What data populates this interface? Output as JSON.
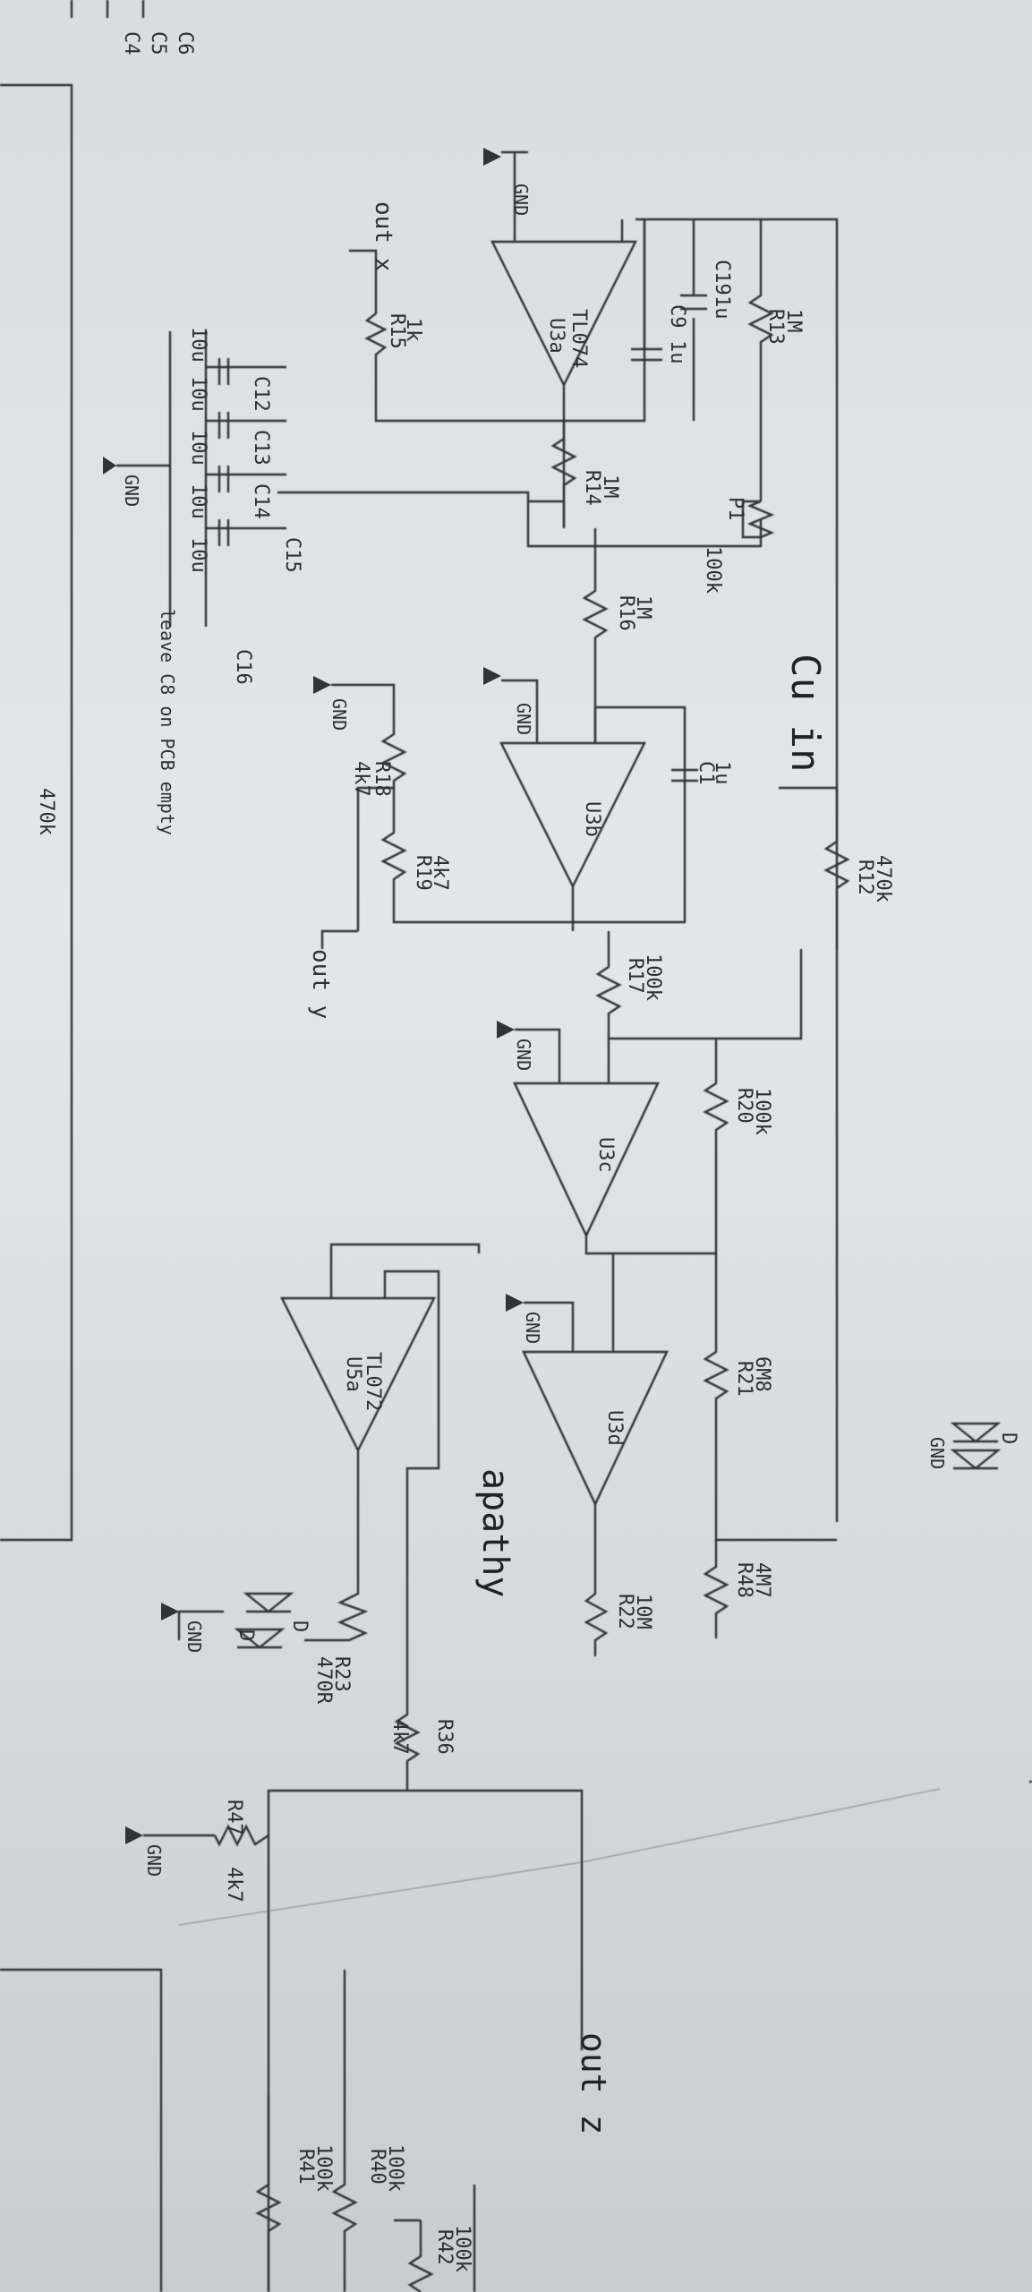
{
  "schematic": {
    "section_title": "apathy",
    "cv_input": "Cu in",
    "note": "leave C8 on PCB empty",
    "bottom_value": "470k",
    "outputs": {
      "x": "out x",
      "y": "out y",
      "z": "out z"
    },
    "gnd": "GND",
    "opamps": {
      "u3a": "U3a",
      "u3a_part": "TL074",
      "u3b": "U3b",
      "u3c": "U3c",
      "u3d": "U3d",
      "u5a": "U5a",
      "u5a_part": "TL072"
    },
    "resistors": {
      "r13_value": "1M",
      "r13_ref": "R13",
      "r15_value": "1k",
      "r15_ref": "R15",
      "r14_value": "1M",
      "r14_ref": "R14",
      "r16_value": "1M",
      "r16_ref": "R16",
      "r18_ref": "R18",
      "r18_value": "4k7",
      "r19_value": "4k7",
      "r19_ref": "R19",
      "r12_value": "470k",
      "r12_ref": "R12",
      "r17_value": "100k",
      "r17_ref": "R17",
      "r20_value": "100k",
      "r20_ref": "R20",
      "r21_value": "6M8",
      "r21_ref": "R21",
      "r48_value": "4M7",
      "r48_ref": "R48",
      "r22_value": "10M",
      "r22_ref": "R22",
      "r23_ref": "R23",
      "r23_value": "470R",
      "r36_ref": "R36",
      "r36_value": "4k7",
      "r47_ref": "R47",
      "r47_value": "4k7",
      "r40_value": "100k",
      "r40_ref": "R40",
      "r41_value": "100k",
      "r41_ref": "R41",
      "r42_value": "100k",
      "r42_ref": "R42",
      "p1_ref": "P1",
      "p1_value": "100k"
    },
    "capacitors": {
      "c19_ref": "C19",
      "c19_value": "1u",
      "c9_ref": "C9",
      "c9_value": "1u",
      "c1_value": "1u",
      "c1_ref": "C1",
      "c12": "C12",
      "c13": "C13",
      "c14": "C14",
      "c15": "C15",
      "c16": "C16",
      "c4": "C4",
      "c5": "C5",
      "c6": "C6",
      "val_10u": "10u"
    },
    "diode": "D"
  }
}
